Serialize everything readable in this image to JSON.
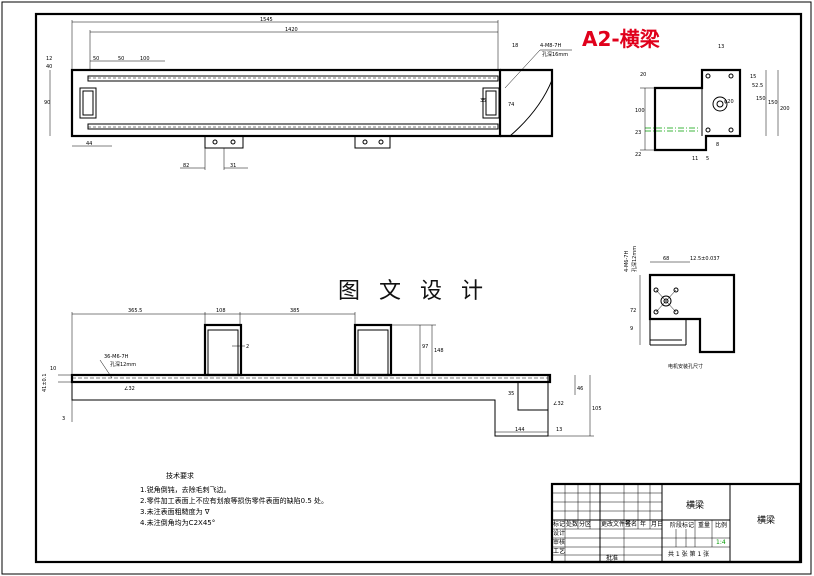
{
  "drawing": {
    "title": "A2-横梁",
    "watermark": "图 文 设 计",
    "front_view": {
      "dims": {
        "overall": "1545",
        "inner": "1420",
        "hole_spec": "4-M8-7H",
        "hole_depth": "孔深16mm",
        "end_right": "18",
        "height_90": "90",
        "slot_a": "50",
        "slot_b": "50",
        "slot_c": "100",
        "left_12": "12",
        "left_40": "40",
        "inner_h": "35",
        "inner_74": "74",
        "bottom_44": "44",
        "bracket_width": "82",
        "bracket_gap": "31"
      }
    },
    "side_view": {
      "dims": {
        "top_13": "13",
        "right_52": "52.5",
        "dia": "ϕ20",
        "h_150": "150",
        "h_200": "200",
        "h_150b": "150",
        "r_15": "15",
        "l_20": "20",
        "l_100": "100",
        "l_23": "23",
        "l_22": "22",
        "b_8": "8",
        "b_5": "5",
        "b_11": "11"
      }
    },
    "detail_view": {
      "caption": "电机安装孔尺寸",
      "dims": {
        "top_68": "68",
        "top_r": "12.5±0.037",
        "left_spec": "4-M6-7H",
        "left_depth": "孔深12mm",
        "mid_72": "72",
        "mid_9": "9"
      }
    },
    "bottom_view": {
      "dims": {
        "d_365": "365.5",
        "d_108": "108",
        "d_385": "385",
        "d_148": "148",
        "d_97": "97",
        "d_2": "2",
        "hole_spec": "36-M6-7H",
        "hole_depth": "孔深12mm",
        "left_10": "10",
        "left_41": "41±0.1",
        "left_3": "3",
        "angle_1": "∠32",
        "angle_2": "∠32",
        "right_35": "35",
        "right_46": "46",
        "right_105": "105",
        "bottom_144": "144",
        "bottom_13": "13"
      }
    },
    "notes": {
      "heading": "技术要求",
      "items": [
        "1.锐角倒钝，去除毛刺飞边。",
        "2.零件加工表面上不应有划痕等损伤零件表面的缺陷0.5 处。",
        "3.未注表面粗糙度为 ∇",
        "4.未注倒角均为C2X45°"
      ]
    },
    "title_block": {
      "part_name": "横梁",
      "drawing_name": "横梁",
      "scale": "1:4",
      "sheet_label": "共 1 张 第 1 张",
      "header_row": [
        "标记",
        "处数",
        "分区",
        "更改文件号",
        "签名",
        "年",
        "月",
        "日"
      ],
      "roles": [
        "设计",
        "审核",
        "工艺"
      ],
      "stage_label": "阶段标记",
      "weight_label": "重量",
      "scale_label": "比例",
      "approve_label": "批准"
    }
  }
}
